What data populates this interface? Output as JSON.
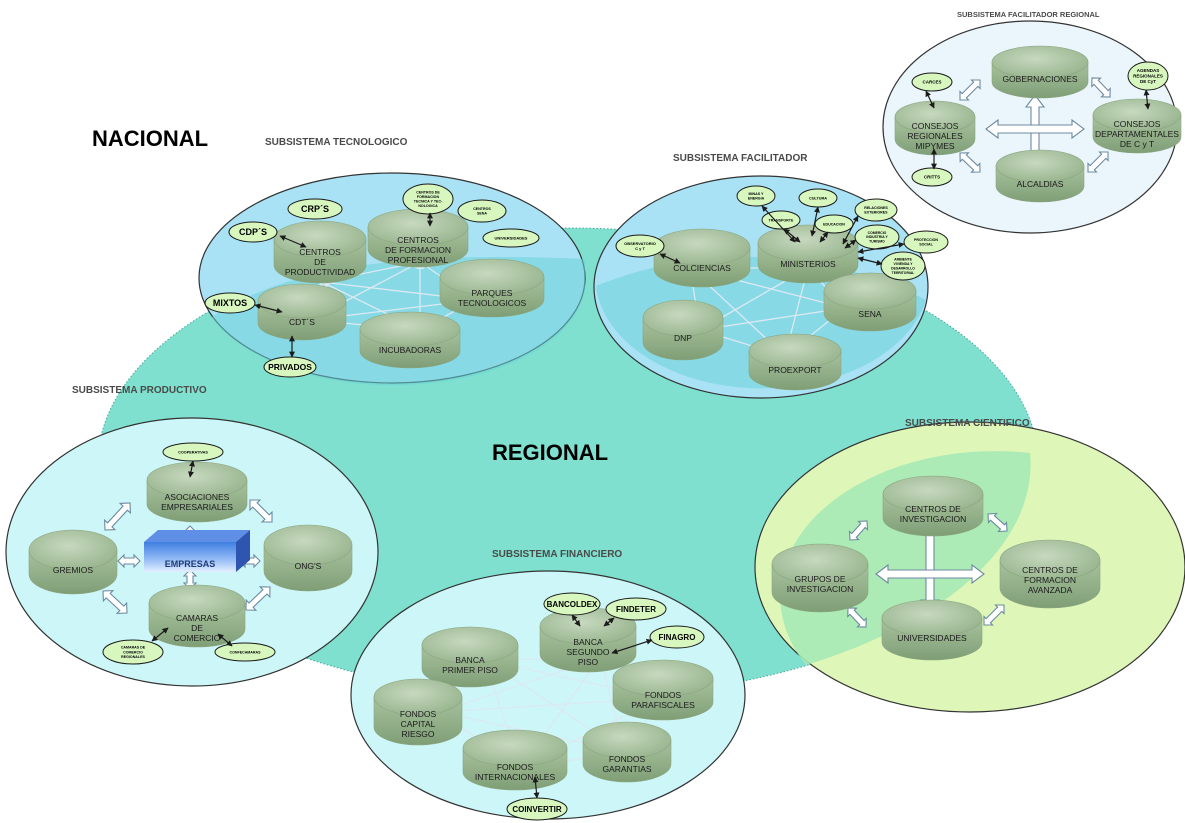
{
  "regions": {
    "nacional": "NACIONAL",
    "regional": "REGIONAL"
  },
  "titles": {
    "tecnologico": "SUBSISTEMA TECNOLOGICO",
    "facilitador": "SUBSISTEMA FACILITADOR",
    "facilitador_regional": "SUBSISTEMA FACILITADOR REGIONAL",
    "productivo": "SUBSISTEMA PRODUCTIVO",
    "cientifico": "SUBSISTEMA CIENTIFICO",
    "financiero": "SUBSISTEMA FINANCIERO"
  },
  "tecnologico": {
    "nodes": {
      "centros_productividad": [
        "CENTROS",
        "DE",
        "PRODUCTIVIDAD"
      ],
      "centros_formacion": [
        "CENTROS",
        "DE FORMACION",
        "PROFESIONAL"
      ],
      "parques": [
        "PARQUES",
        "TECNOLOGICOS"
      ],
      "cdts": [
        "CDT´S"
      ],
      "incubadoras": [
        "INCUBADORAS"
      ]
    },
    "tags": {
      "crps": "CRP´S",
      "cdps": "CDP´S",
      "mixtos": "MIXTOS",
      "privados": "PRIVADOS",
      "centros_formacion_tec": [
        "CENTROS DE",
        "FORMACION",
        "TECNICA Y TEC-",
        "NOLOGICA"
      ],
      "centros_sena": [
        "CENTROS",
        "SENA"
      ],
      "universidades": "UNIVERSIDADES"
    }
  },
  "facilitador": {
    "nodes": {
      "colciencias": [
        "COLCIENCIAS"
      ],
      "ministerios": [
        "MINISTERIOS"
      ],
      "dnp": [
        "DNP"
      ],
      "sena": [
        "SENA"
      ],
      "proexport": [
        "PROEXPORT"
      ]
    },
    "tags": {
      "observatorio": [
        "OBSERVATORIO",
        "C y T"
      ],
      "minas": [
        "MINAS Y",
        "ENERGIA"
      ],
      "cultura": "CULTURA",
      "transporte": "TRANSPORTE",
      "educacion": "EDUCACION",
      "relaciones": [
        "RELACIONES",
        "EXTERIORES"
      ],
      "comercio": [
        "COMERCIO",
        "INDUSTRIA Y",
        "TURISMO"
      ],
      "proteccion": [
        "PROTECCION",
        "SOCIAL"
      ],
      "ambiente": [
        "AMBIENTE",
        "VIVIENDA Y",
        "DESARROLLO",
        "TERRITORIAL"
      ]
    }
  },
  "facilitador_regional": {
    "nodes": {
      "gobernaciones": [
        "GOBERNACIONES"
      ],
      "consejos_mipymes": [
        "CONSEJOS",
        "REGIONALES",
        "MIPYMES"
      ],
      "consejos_dptales": [
        "CONSEJOS",
        "DEPARTAMENTALES",
        "DE C y T"
      ],
      "alcaldias": [
        "ALCALDIAS"
      ]
    },
    "tags": {
      "carces": "CARCES",
      "agendas": [
        "AGENDAS",
        "REGIONALES",
        "DE CyT"
      ],
      "critts": "CRITTS"
    }
  },
  "productivo": {
    "nodes": {
      "asociaciones": [
        "ASOCIACIONES",
        "EMPRESARIALES"
      ],
      "gremios": [
        "GREMIOS"
      ],
      "ongs": [
        "ONG'S"
      ],
      "camaras": [
        "CAMARAS",
        "DE",
        "COMERCIO"
      ]
    },
    "empresas": "EMPRESAS",
    "tags": {
      "cooperativas": "COOPERATIVAS",
      "camaras_regionales": [
        "CAMARAS DE",
        "COMERCIO",
        "REGIONALES"
      ],
      "confecamaras": "CONFECAMARAS"
    }
  },
  "cientifico": {
    "nodes": {
      "centros_investigacion": [
        "CENTROS DE",
        "INVESTIGACION"
      ],
      "grupos": [
        "GRUPOS DE",
        "INVESTIGACION"
      ],
      "centros_formacion_avanzada": [
        "CENTROS DE",
        "FORMACION",
        "AVANZADA"
      ],
      "universidades": [
        "UNIVERSIDADES"
      ]
    }
  },
  "financiero": {
    "nodes": {
      "primer_piso": [
        "BANCA",
        "PRIMER PISO"
      ],
      "segundo_piso": [
        "BANCA",
        "SEGUNDO",
        "PISO"
      ],
      "capital_riesgo": [
        "FONDOS",
        "CAPITAL",
        "RIESGO"
      ],
      "parafiscales": [
        "FONDOS",
        "PARAFISCALES"
      ],
      "internacionales": [
        "FONDOS",
        "INTERNACIONALES"
      ],
      "garantias": [
        "FONDOS",
        "GARANTIAS"
      ]
    },
    "tags": {
      "bancoldex": "BANCOLDEX",
      "findeter": "FINDETER",
      "finagro": "FINAGRO",
      "coinvertir": "COINVERTIR"
    }
  },
  "colors": {
    "regional_fill": "#7fe0cf",
    "nacional_fill": "#a9e1f5",
    "productivo_fill": "#cdf6f8",
    "cientifico_fill": "#def7b8",
    "cylinder": "#9dbc92",
    "tag_fill": "#d7f7bf",
    "web_arrow": "#d6e6ef"
  }
}
